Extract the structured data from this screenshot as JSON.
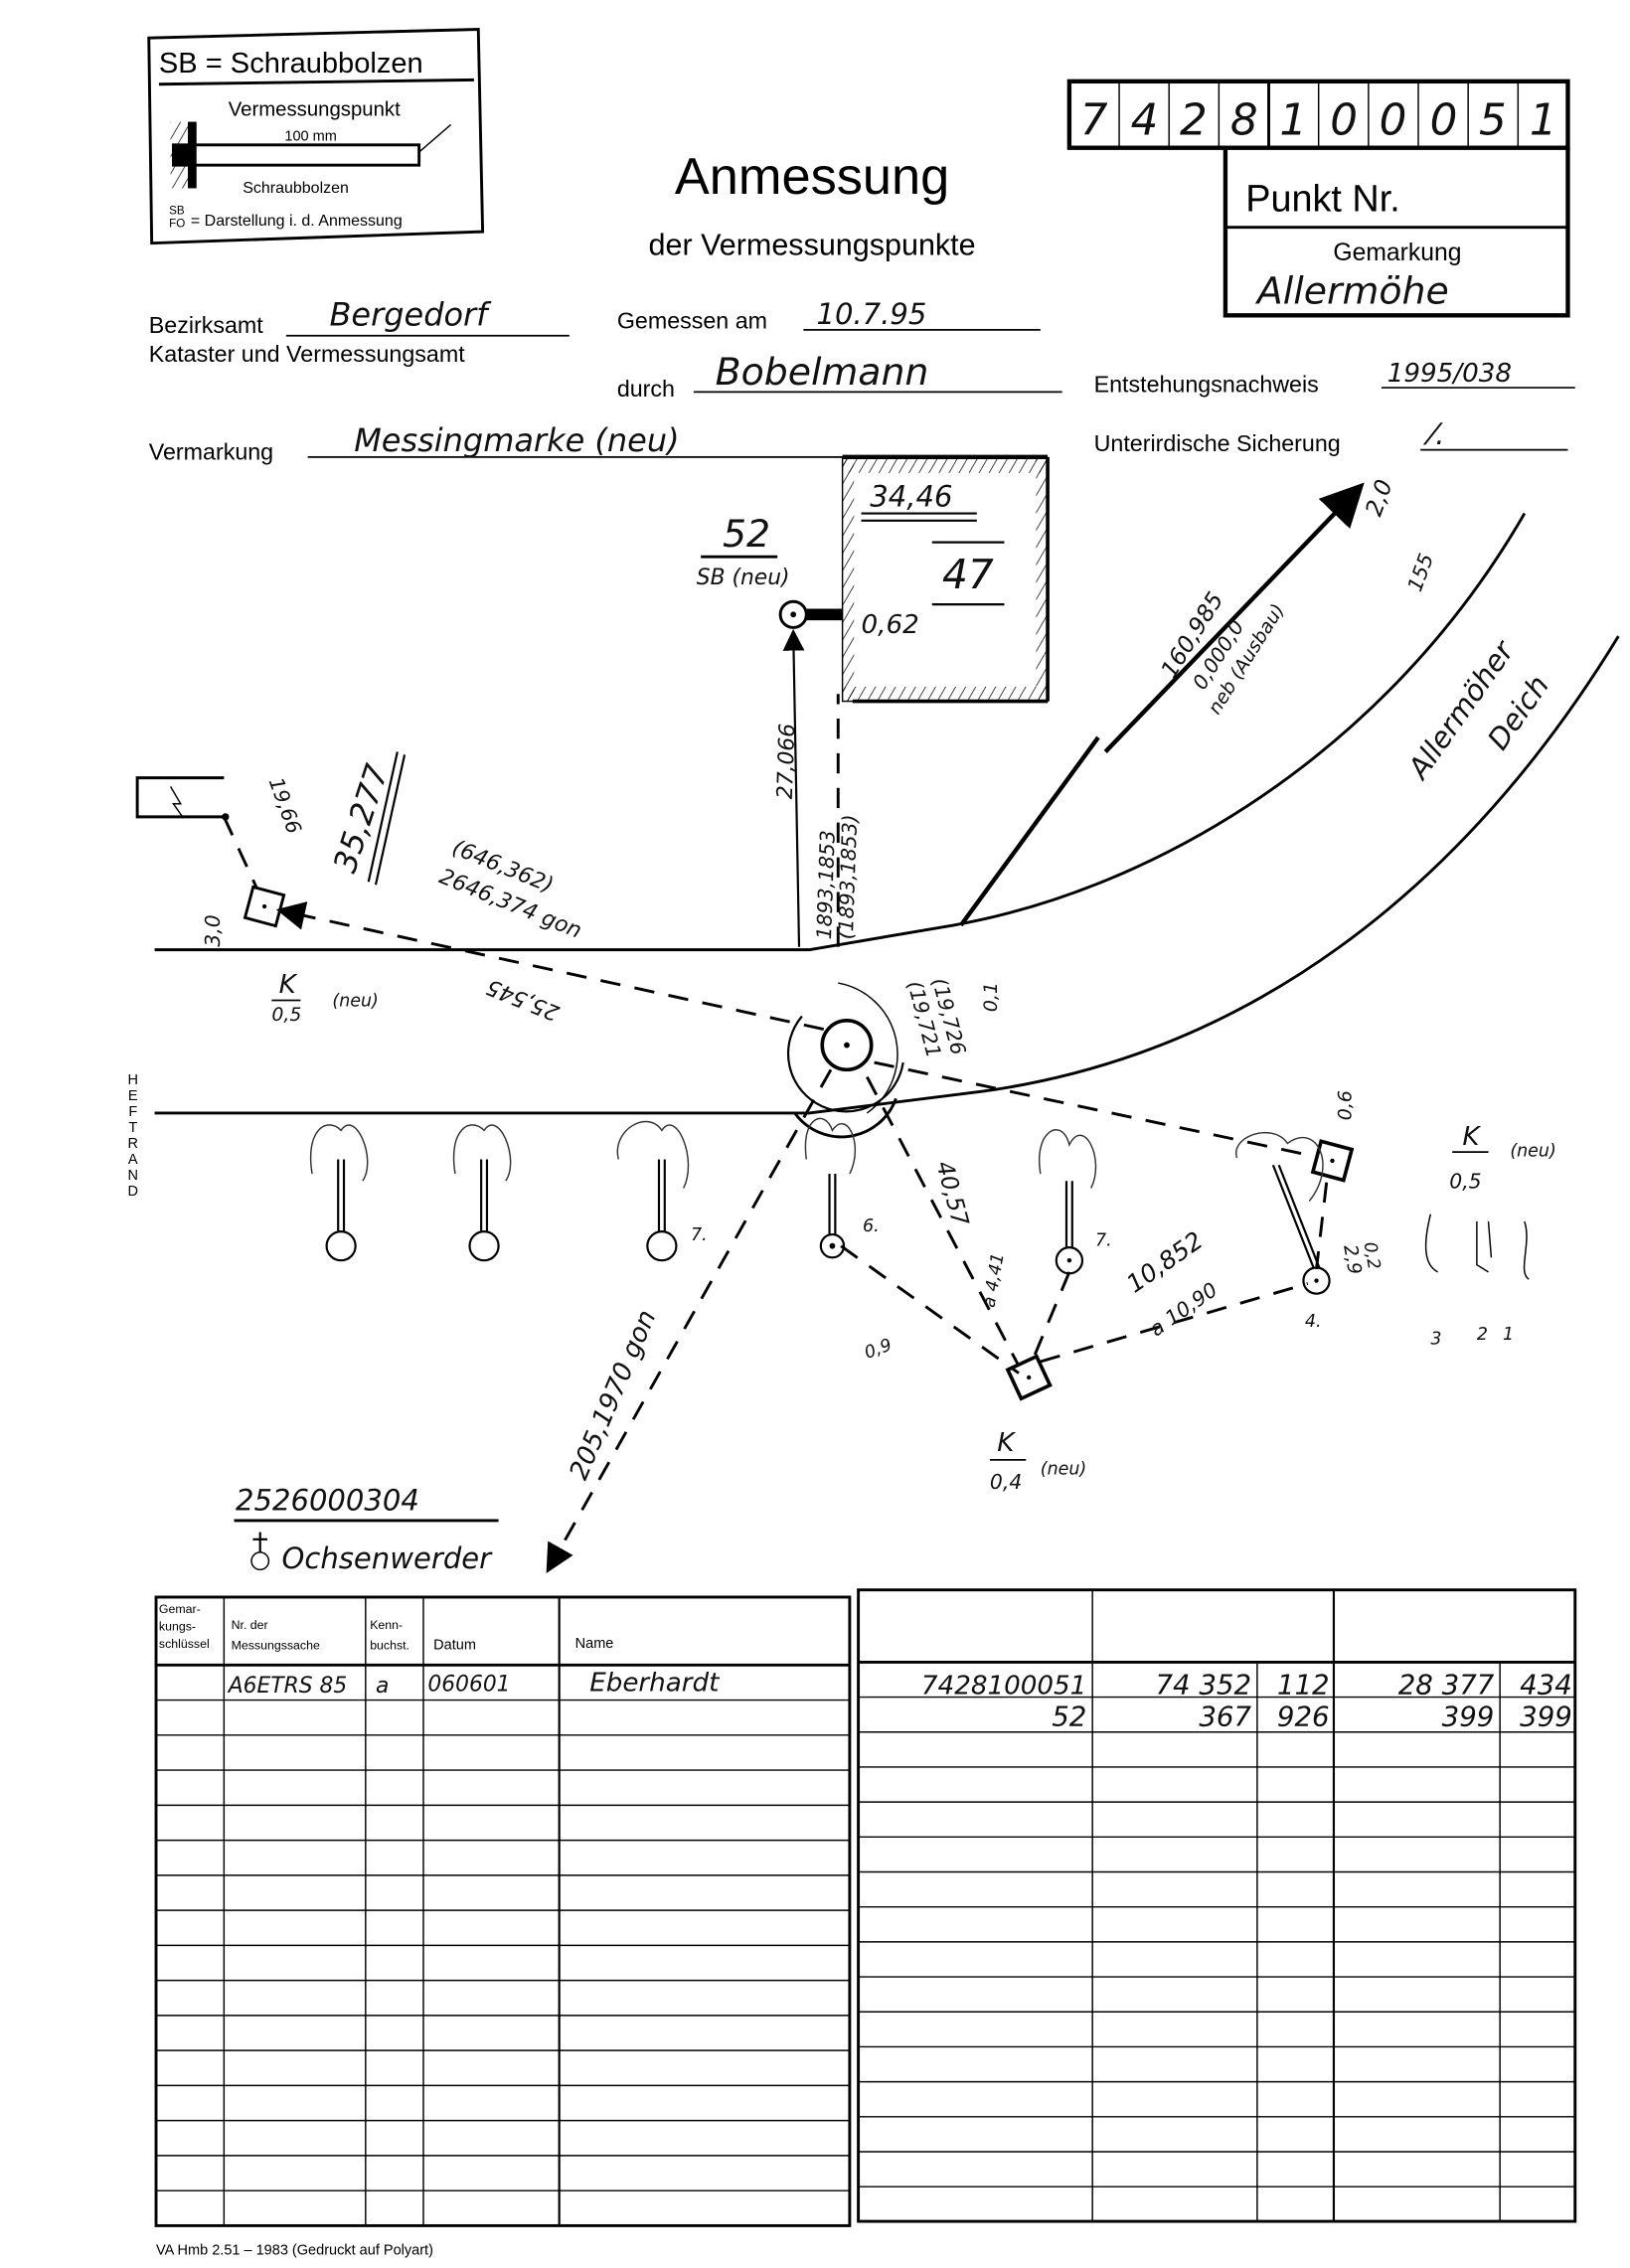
{
  "legend": {
    "title": "SB = Schraubbolzen",
    "survey_point": "Vermessungspunkt",
    "length": "100 mm",
    "bolt": "Schraubbolzen",
    "symbol": "SB",
    "symbol_sub": "FO",
    "symbol_text": "= Darstellung i. d. Anmessung"
  },
  "header": {
    "title": "Anmessung",
    "subtitle": "der Vermessungspunkte",
    "point_number_digits": [
      "7",
      "4",
      "2",
      "8",
      "1",
      "0",
      "0",
      "0",
      "5",
      "1"
    ],
    "point_label": "Punkt Nr.",
    "gemarkung_label": "Gemarkung",
    "gemarkung_value": "Allermöhe"
  },
  "fields": {
    "bezirksamt_label": "Bezirksamt",
    "bezirksamt_value": "Bergedorf",
    "office": "Kataster und Vermessungsamt",
    "gemessen_label": "Gemessen am",
    "gemessen_value": "10.7.95",
    "durch_label": "durch",
    "durch_value": "Bobelmann",
    "entstehung_label": "Entstehungsnachweis",
    "entstehung_value": "1995/038",
    "vermarkung_label": "Vermarkung",
    "vermarkung_value": "Messingmarke (neu)",
    "sicherung_label": "Unterirdische Sicherung",
    "sicherung_value": "⁄."
  },
  "sketch": {
    "building_dim1": "34,46",
    "building_no": "47",
    "building_offset": "0,62",
    "point52_no": "52",
    "point52_type": "SB (neu)",
    "dist_27": "27,066",
    "dist_1893": "1893,1853",
    "dist_1893b": "(1893,1853)",
    "dir_160_a": "160,985",
    "dir_160_b": "0,000,0",
    "dir_160_c": "neb (Ausbau)",
    "ref_top": "2,0",
    "ref_top_b": "155",
    "street": "Allermöher",
    "street_b": "Deich",
    "dist_35": "35,277",
    "dist_19": "19,66",
    "dir_646": "(646,362)",
    "dir_2646": "2646,374 gon",
    "dist_25": "25,545",
    "k_left": "K",
    "k_left_val": "0,5",
    "neu": "(neu)",
    "dist_3": "3,0",
    "dist_19721": "(19,721",
    "dist_19726": "(19,726",
    "dist_01": "0,1",
    "dist_4057": "40,57",
    "dist_441": "a 4,41",
    "dist_10852": "10,852",
    "dist_1090": "a 10,90",
    "dist_06": "0,6",
    "dist_29": "2,9",
    "dist_02": "0,2",
    "dist_09": "0,9",
    "k_right": "K",
    "k_right_val": "0,5",
    "k_bottom": "K",
    "k_bottom_val": "0,4",
    "tree_labels": [
      "7.",
      "6.",
      "7.",
      "4."
    ],
    "marks": [
      "3",
      "2",
      "1"
    ],
    "dir_205": "205,1970 gon",
    "ref_point": "2526000304",
    "ref_place": "Ochsenwerder",
    "heftrand": [
      "H",
      "E",
      "F",
      "T",
      "R",
      "A",
      "N",
      "D"
    ]
  },
  "table_left": {
    "headers": [
      "Gemar-",
      "kungs-",
      "schlüssel",
      "Nr. der",
      "Messungssache",
      "Kenn-",
      "buchst.",
      "Datum",
      "Name"
    ],
    "row1": [
      "",
      "A6ETRS 85",
      "a",
      "060601",
      "Eberhardt"
    ]
  },
  "table_right": {
    "row1": [
      "7428100051",
      "74 352",
      "112",
      "28 377",
      "434"
    ],
    "row2": [
      "52",
      "367",
      "926",
      "399",
      "399"
    ]
  },
  "footer": "VA Hmb 2.51 – 1983 (Gedruckt auf Polyart)"
}
